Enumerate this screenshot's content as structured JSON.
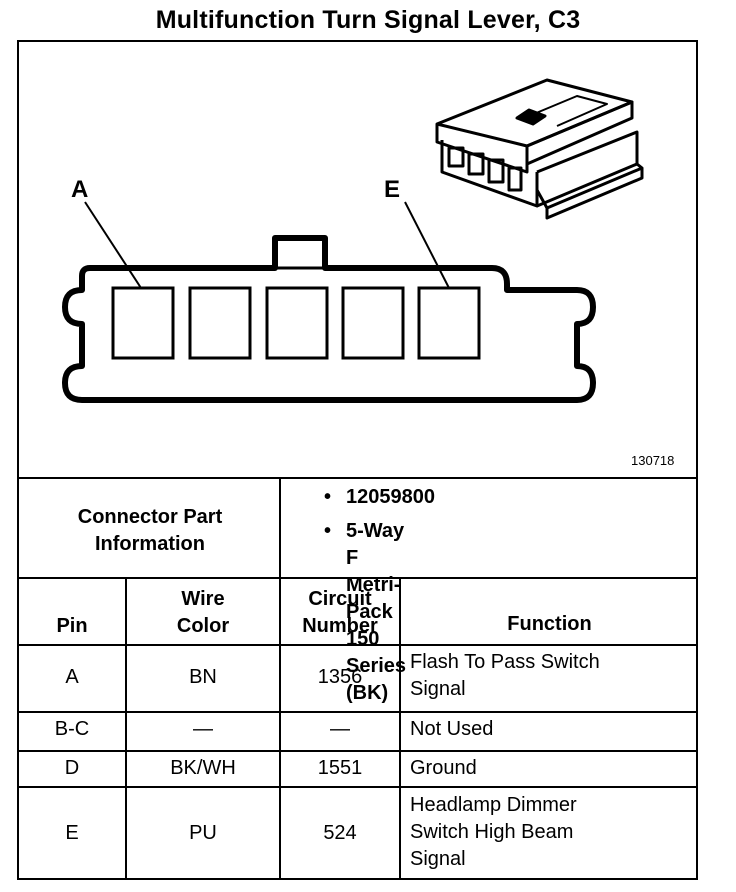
{
  "title": "Multifunction Turn Signal Lever, C3",
  "figure_id": "130718",
  "callouts": {
    "left": "A",
    "right": "E"
  },
  "connector_part_info": {
    "label": "Connector Part\nInformation",
    "items": [
      "12059800",
      "5-Way F Metri-Pack\n150 Series (BK)"
    ]
  },
  "table": {
    "headers": {
      "pin": "Pin",
      "wire_color": "Wire\nColor",
      "circuit_number": "Circuit\nNumber",
      "function": "Function"
    },
    "rows": [
      {
        "pin": "A",
        "wire_color": "BN",
        "circuit_number": "1356",
        "function": "Flash To Pass Switch\nSignal"
      },
      {
        "pin": "B-C",
        "wire_color": "—",
        "circuit_number": "—",
        "function": "Not Used"
      },
      {
        "pin": "D",
        "wire_color": "BK/WH",
        "circuit_number": "1551",
        "function": "Ground"
      },
      {
        "pin": "E",
        "wire_color": "PU",
        "circuit_number": "524",
        "function": "Headlamp Dimmer\nSwitch High Beam\nSignal"
      }
    ]
  }
}
